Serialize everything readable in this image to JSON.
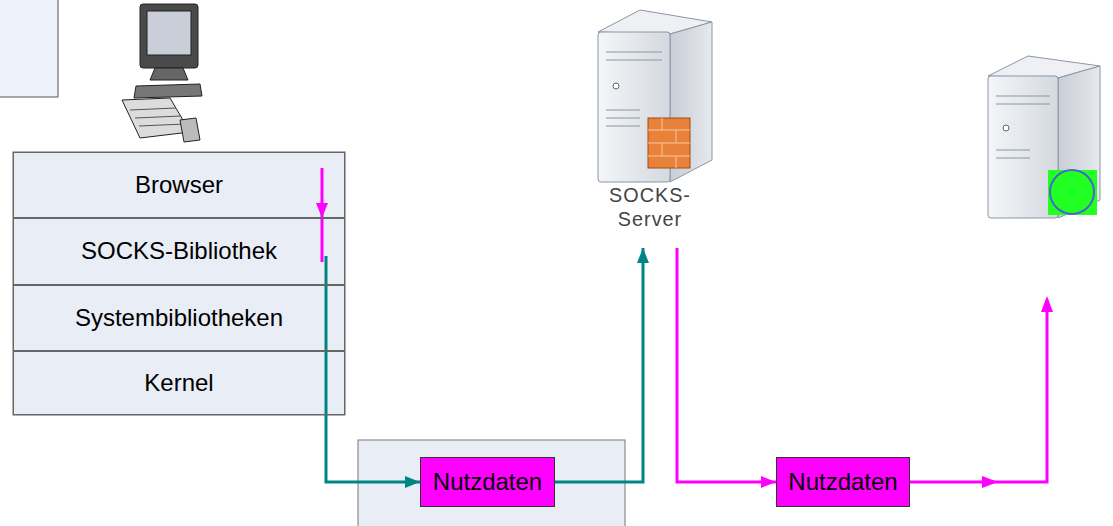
{
  "diagram": {
    "nodes": [
      {
        "text": [
          "Browser"
        ]
      },
      {
        "text": [
          "SOCKS-Bibliothek"
        ]
      },
      {
        "text": [
          "Systembibliotheken"
        ]
      },
      {
        "text": [
          "Kernel"
        ]
      },
      {
        "text": [
          "Nutzdaten"
        ]
      },
      {
        "text": [
          "SOCKS-Server"
        ]
      },
      {
        "text": [
          "Nutzdaten"
        ]
      }
    ],
    "edges": [
      {
        "from": 0,
        "to": 1,
        "arrow": "to"
      },
      {
        "from": 1,
        "to": 4,
        "arrow": "to"
      },
      {
        "from": 4,
        "to": 5,
        "arrow": "to"
      },
      {
        "from": 5,
        "to": 6,
        "arrow": "to"
      }
    ]
  }
}
